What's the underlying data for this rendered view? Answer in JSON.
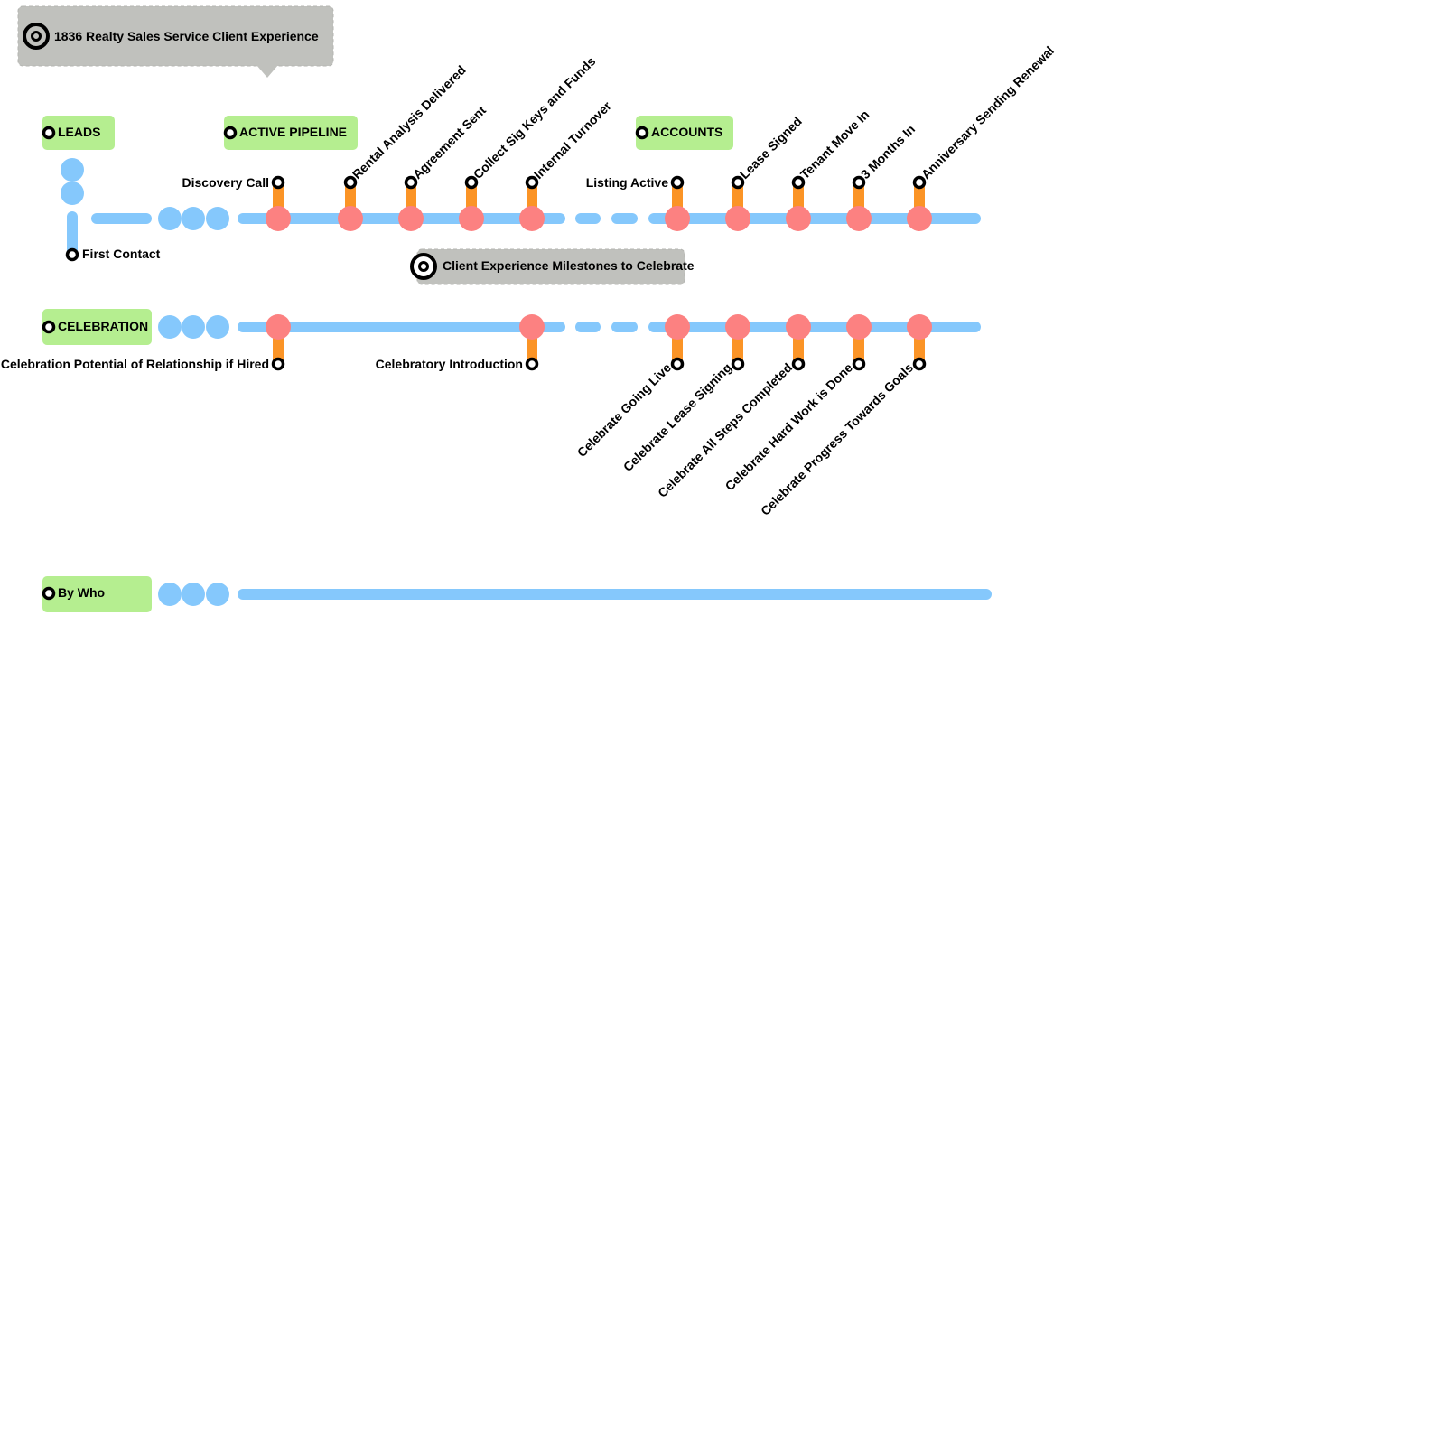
{
  "colors": {
    "track": "#85c8fc",
    "station": "#fc8181",
    "connector": "#fb9426",
    "lane_box": "#b5ee90",
    "title_box": "#c0c1bd",
    "marker": "#000000",
    "text": "#000000"
  },
  "title": {
    "text": "1836 Realty Sales  Service Client Experience",
    "icon": "target-icon"
  },
  "subtitle": {
    "text": "Client Experience Milestones to Celebrate",
    "icon": "target-icon"
  },
  "lanes": {
    "leads": {
      "label": "LEADS"
    },
    "active_pipeline": {
      "label": "ACTIVE PIPELINE"
    },
    "accounts": {
      "label": "ACCOUNTS"
    },
    "celebration": {
      "label": "CELEBRATION"
    },
    "by_who": {
      "label": "By Who"
    }
  },
  "first_contact": {
    "label": "First Contact"
  },
  "sales_stations": [
    {
      "label": "Discovery Call",
      "orientation": "left"
    },
    {
      "label": "Rental Analysis Delivered",
      "orientation": "diagonal"
    },
    {
      "label": "Agreement Sent",
      "orientation": "diagonal"
    },
    {
      "label": "Collect Sig Keys and Funds",
      "orientation": "diagonal"
    },
    {
      "label": "Internal Turnover",
      "orientation": "diagonal"
    },
    {
      "label": "Listing Active",
      "orientation": "left"
    },
    {
      "label": "Lease Signed",
      "orientation": "diagonal"
    },
    {
      "label": "Tenant Move In",
      "orientation": "diagonal"
    },
    {
      "label": "3 Months In",
      "orientation": "diagonal"
    },
    {
      "label": "Anniversary Sending Renewal",
      "orientation": "diagonal"
    }
  ],
  "celebration_stations": [
    {
      "label": "Celebration Potential of Relationship if Hired",
      "orientation": "left"
    },
    {
      "label": "Celebratory Introduction",
      "orientation": "left"
    },
    {
      "label": "Celebrate Going Live",
      "orientation": "diagonal"
    },
    {
      "label": "Celebrate Lease Signing",
      "orientation": "diagonal"
    },
    {
      "label": "Celebrate All Steps Completed",
      "orientation": "diagonal"
    },
    {
      "label": "Celebrate Hard Work is Done",
      "orientation": "diagonal"
    },
    {
      "label": "Celebrate Progress Towards Goals",
      "orientation": "diagonal"
    }
  ]
}
